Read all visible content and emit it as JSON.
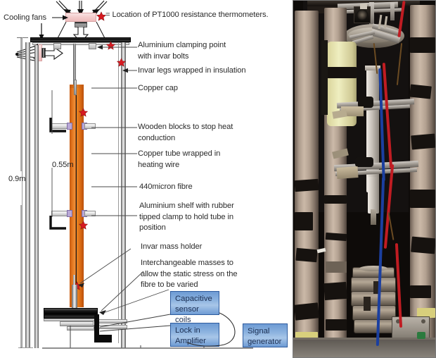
{
  "figure": {
    "legend": {
      "star_symbol": "★",
      "text": "= Location of PT1000 resistance thermometers."
    },
    "left_labels": {
      "cooling_fans": "Cooling fans",
      "clamping_point": "Aluminium clamping point\nwith invar bolts",
      "invar_legs": "Invar legs wrapped in insulation",
      "copper_cap": "Copper cap",
      "wooden_blocks": "Wooden blocks to stop heat\nconduction",
      "copper_tube": "Copper tube wrapped in\nheating wire",
      "fibre": "440micron fibre",
      "alu_shelf": "Aluminium shelf with rubber\ntipped clamp to hold tube in\nposition",
      "mass_holder": "Invar mass holder",
      "interchangeable_masses": "Interchangeable masses to\nallow the static stress on the\nfibre to be varied"
    },
    "dimensions": {
      "height_total": "0.9m",
      "height_tube": "0.55m"
    },
    "instruments": [
      {
        "name": "capacitive-sensor-coils",
        "label": "Capacitive\nsensor coils"
      },
      {
        "name": "lock-in-amplifier",
        "label": "Lock in\nAmplifier"
      },
      {
        "name": "signal-generator",
        "label": "Signal\ngenerator"
      }
    ],
    "colors": {
      "star_red": "#d71920",
      "copper_orange": "#e8801f",
      "instrument_blue": "#8fb5e0",
      "instrument_border": "#2f5c9e",
      "fan_pink": "#f2c9c9",
      "text": "#2b2b2b"
    }
  },
  "photo": {
    "alt": "Photograph of the fibre tensile apparatus showing insulated invar legs, copper tube, clamps, wiring and stacked masses"
  }
}
